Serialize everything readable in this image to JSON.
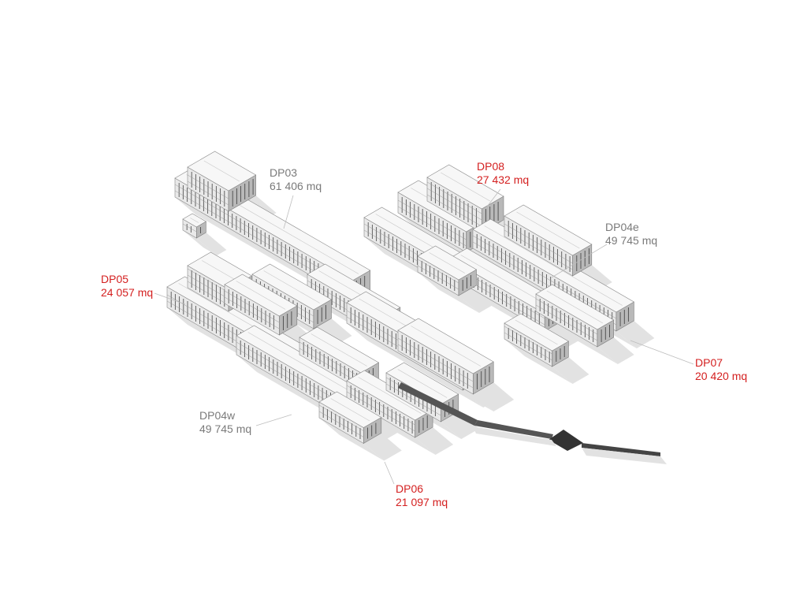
{
  "labels": {
    "dp03": {
      "code": "DP03",
      "area": "61 406 mq",
      "color": "#7a7a7a"
    },
    "dp08": {
      "code": "DP08",
      "area": "27 432 mq",
      "color": "#d42020"
    },
    "dp04e": {
      "code": "DP04e",
      "area": "49 745 mq",
      "color": "#7a7a7a"
    },
    "dp05": {
      "code": "DP05",
      "area": "24 057 mq",
      "color": "#d42020"
    },
    "dp07": {
      "code": "DP07",
      "area": "20 420 mq",
      "color": "#d42020"
    },
    "dp04w": {
      "code": "DP04w",
      "area": "49 745 mq",
      "color": "#7a7a7a"
    },
    "dp06": {
      "code": "DP06",
      "area": "21 097 mq",
      "color": "#d42020"
    }
  },
  "colors": {
    "roof": "#f7f7f7",
    "facade_light": "#e9e9e9",
    "facade_dark": "#b9b9b9",
    "shadow": "#e2e2e2",
    "window": "#555555",
    "tunnel": "#555555"
  }
}
